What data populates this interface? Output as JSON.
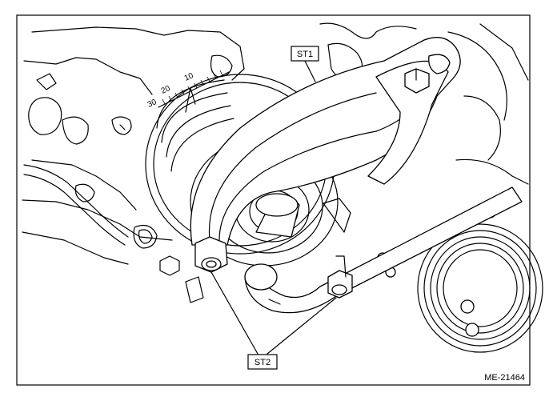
{
  "labels": {
    "st1": "ST1",
    "st2": "ST2",
    "figure_id": "ME-21464"
  },
  "scale": {
    "ticks": [
      "10",
      "20",
      "30"
    ]
  }
}
